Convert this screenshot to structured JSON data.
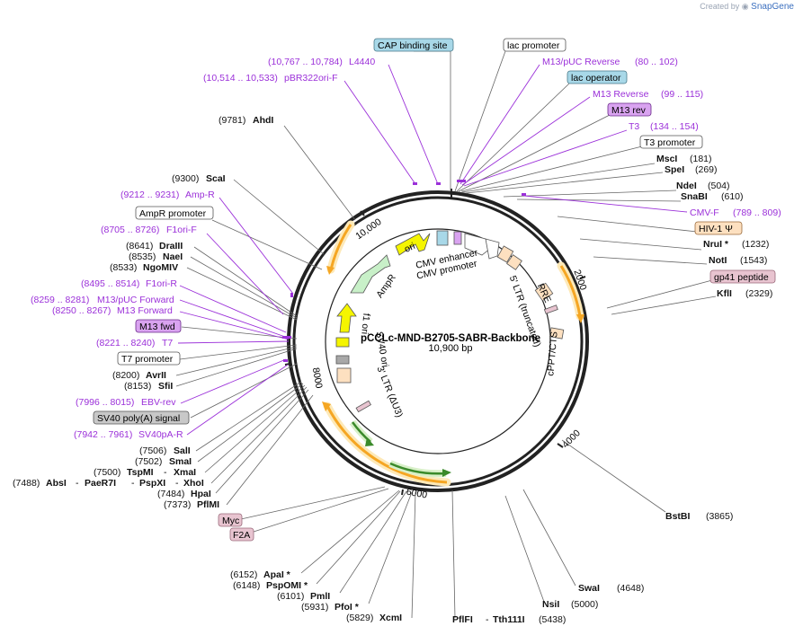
{
  "credit": {
    "text": "Created by",
    "brand": "SnapGene"
  },
  "plasmid": {
    "name": "pCCLc-MND-B2705-SABR-Backbone",
    "size_label": "10,900 bp",
    "size": 10900
  },
  "ticks": [
    "2000",
    "4000",
    "6000",
    "8000",
    "10,000"
  ],
  "boxed_labels": [
    {
      "text": "CAP binding site",
      "fill": "#a8d8e8",
      "stroke": "#4a7a8a"
    },
    {
      "text": "lac promoter",
      "fill": "#ffffff",
      "stroke": "#555555"
    },
    {
      "text": "lac operator",
      "fill": "#a8d8e8",
      "stroke": "#4a7a8a"
    },
    {
      "text": "M13 rev",
      "fill": "#d9a3f0",
      "stroke": "#6a2a8a"
    },
    {
      "text": "T3 promoter",
      "fill": "#ffffff",
      "stroke": "#555555"
    },
    {
      "text": "HIV-1 Ψ",
      "fill": "#fde0c0",
      "stroke": "#9a6a3a"
    },
    {
      "text": "gp41 peptide",
      "fill": "#e8c4d0",
      "stroke": "#9a6a7a"
    },
    {
      "text": "AmpR promoter",
      "fill": "#ffffff",
      "stroke": "#555555"
    },
    {
      "text": "M13 fwd",
      "fill": "#d9a3f0",
      "stroke": "#6a2a8a"
    },
    {
      "text": "T7 promoter",
      "fill": "#ffffff",
      "stroke": "#555555"
    },
    {
      "text": "SV40 poly(A) signal",
      "fill": "#c8c8c8",
      "stroke": "#555555"
    },
    {
      "text": "Myc",
      "fill": "#e8c4d0",
      "stroke": "#9a6a7a"
    },
    {
      "text": "F2A",
      "fill": "#e8c4d0",
      "stroke": "#9a6a7a"
    }
  ],
  "primers": [
    {
      "name": "L4440",
      "range": "(10,767 .. 10,784)"
    },
    {
      "name": "pBR322ori-F",
      "range": "(10,514 .. 10,533)"
    },
    {
      "name": "M13/pUC Reverse",
      "range": "(80 .. 102)"
    },
    {
      "name": "M13 Reverse",
      "range": "(99 .. 115)"
    },
    {
      "name": "T3",
      "range": "(134 .. 154)"
    },
    {
      "name": "CMV-F",
      "range": "(789 .. 809)"
    },
    {
      "name": "Amp-R",
      "range": "(9212 .. 9231)"
    },
    {
      "name": "F1ori-F",
      "range": "(8705 .. 8726)"
    },
    {
      "name": "F1ori-R",
      "range": "(8495 .. 8514)"
    },
    {
      "name": "M13/pUC Forward",
      "range": "(8259 .. 8281)"
    },
    {
      "name": "M13 Forward",
      "range": "(8250 .. 8267)"
    },
    {
      "name": "T7",
      "range": "(8221 .. 8240)"
    },
    {
      "name": "EBV-rev",
      "range": "(7996 .. 8015)"
    },
    {
      "name": "SV40pA-R",
      "range": "(7942 .. 7961)"
    }
  ],
  "enzymes": [
    {
      "name": "AhdI",
      "pos": "(9781)"
    },
    {
      "name": "ScaI",
      "pos": "(9300)"
    },
    {
      "name": "DraIII",
      "pos": "(8641)"
    },
    {
      "name": "NaeI",
      "pos": "(8535)"
    },
    {
      "name": "NgoMIV",
      "pos": "(8533)"
    },
    {
      "name": "AvrII",
      "pos": "(8200)"
    },
    {
      "name": "SfiI",
      "pos": "(8153)"
    },
    {
      "name": "SalI",
      "pos": "(7506)"
    },
    {
      "name": "SmaI",
      "pos": "(7502)"
    },
    {
      "name": "TspMI",
      "pos": "(7500)"
    },
    {
      "name": "XmaI",
      "pos": ""
    },
    {
      "name": "AbsI",
      "pos": "(7488)"
    },
    {
      "name": "PaeR7I",
      "pos": ""
    },
    {
      "name": "PspXI",
      "pos": ""
    },
    {
      "name": "XhoI",
      "pos": ""
    },
    {
      "name": "HpaI",
      "pos": "(7484)"
    },
    {
      "name": "PflMI",
      "pos": "(7373)"
    },
    {
      "name": "MscI",
      "pos": "(181)"
    },
    {
      "name": "SpeI",
      "pos": "(269)"
    },
    {
      "name": "NdeI",
      "pos": "(504)"
    },
    {
      "name": "SnaBI",
      "pos": "(610)"
    },
    {
      "name": "NruI *",
      "pos": "(1232)"
    },
    {
      "name": "NotI",
      "pos": "(1543)"
    },
    {
      "name": "KflI",
      "pos": "(2329)"
    },
    {
      "name": "BstBI",
      "pos": "(3865)"
    },
    {
      "name": "SwaI",
      "pos": "(4648)"
    },
    {
      "name": "NsiI",
      "pos": "(5000)"
    },
    {
      "name": "PflFI",
      "pos": ""
    },
    {
      "name": "Tth111I",
      "pos": "(5438)"
    },
    {
      "name": "ApaI *",
      "pos": "(6152)"
    },
    {
      "name": "PspOMI *",
      "pos": "(6148)"
    },
    {
      "name": "PmlI",
      "pos": "(6101)"
    },
    {
      "name": "PfoI *",
      "pos": "(5931)"
    },
    {
      "name": "XcmI",
      "pos": "(5829)"
    }
  ],
  "features": [
    {
      "name": "ori"
    },
    {
      "name": "AmpR"
    },
    {
      "name": "f1 ori"
    },
    {
      "name": "SV40 ori"
    },
    {
      "name": "CMV enhancer"
    },
    {
      "name": "CMV promoter"
    },
    {
      "name": "5' LTR (truncated)"
    },
    {
      "name": "RRE"
    },
    {
      "name": "cPPT/CTS"
    },
    {
      "name": "3' LTR (ΔU3)"
    }
  ],
  "colors": {
    "backbone": "#222222",
    "primer": "#9b30d9",
    "ori": "#f5f500",
    "ampr": "#c8f0c8",
    "orf_orange": "#f5a623",
    "orf_green": "#3a8a2a",
    "ltr": "#fde0c0"
  }
}
